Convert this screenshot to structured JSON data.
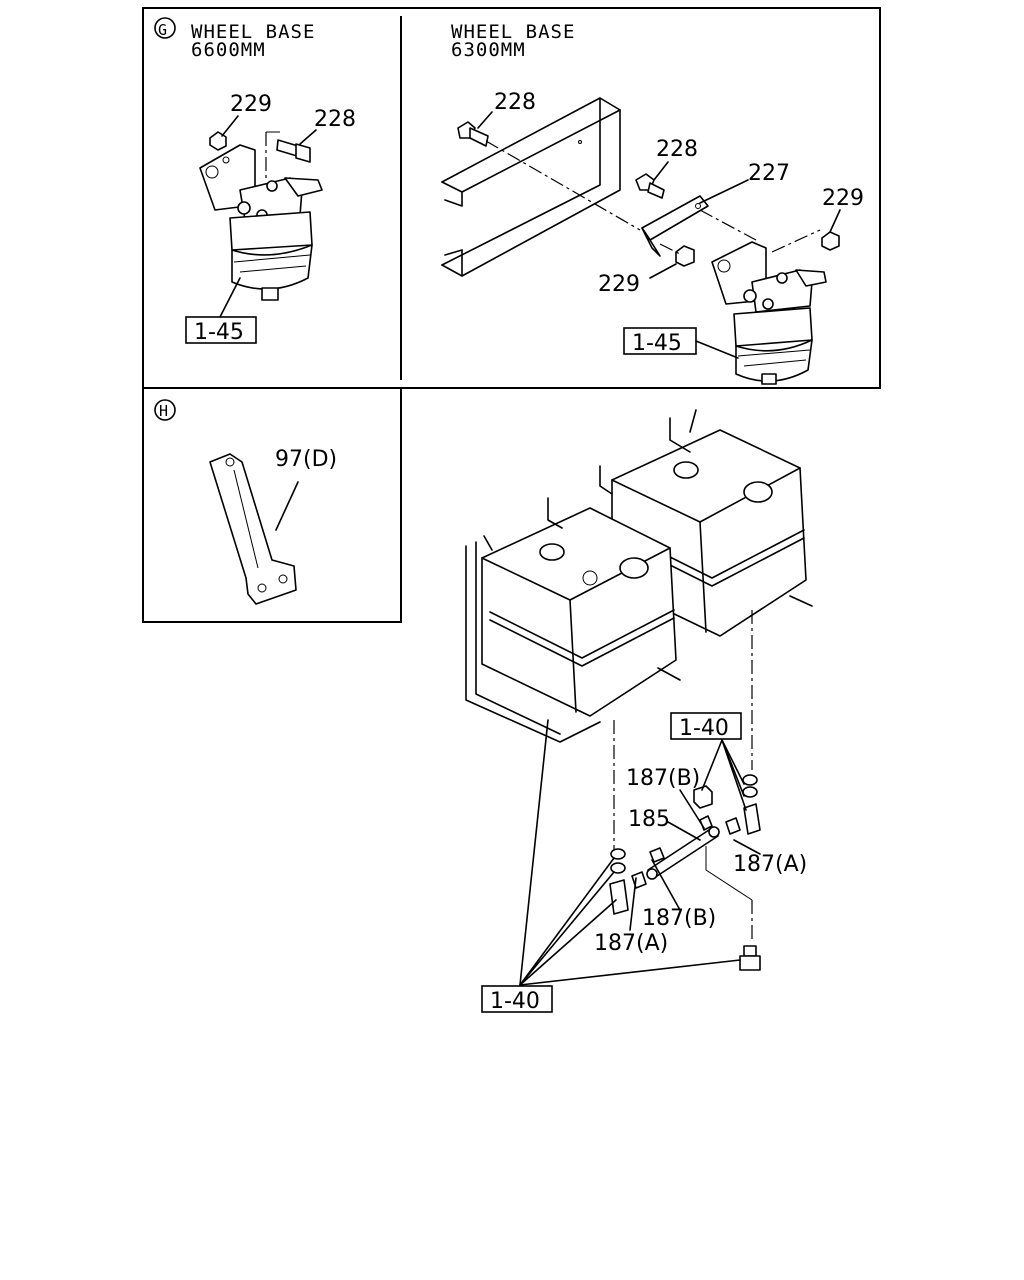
{
  "panel_g": {
    "marker": "G",
    "title_line1": "WHEEL BASE",
    "title_line2": "6600MM",
    "labels": {
      "nut": "229",
      "bolt": "228",
      "ref": "1-45"
    }
  },
  "panel_right_top": {
    "title_line1": "WHEEL BASE",
    "title_line2": "6300MM",
    "labels": {
      "bolt_top": "228",
      "bolt_mid": "228",
      "bracket": "227",
      "nut_right": "229",
      "nut_low": "229",
      "ref": "1-45"
    }
  },
  "panel_h": {
    "marker": "H",
    "labels": {
      "bracket": "97(D)"
    }
  },
  "main": {
    "labels": {
      "ref_top": "1-40",
      "ref_bottom": "1-40",
      "bushing_top": "187(B)",
      "pipe": "185",
      "connector_right": "187(A)",
      "bushing_bottom": "187(B)",
      "connector_left": "187(A)"
    }
  }
}
